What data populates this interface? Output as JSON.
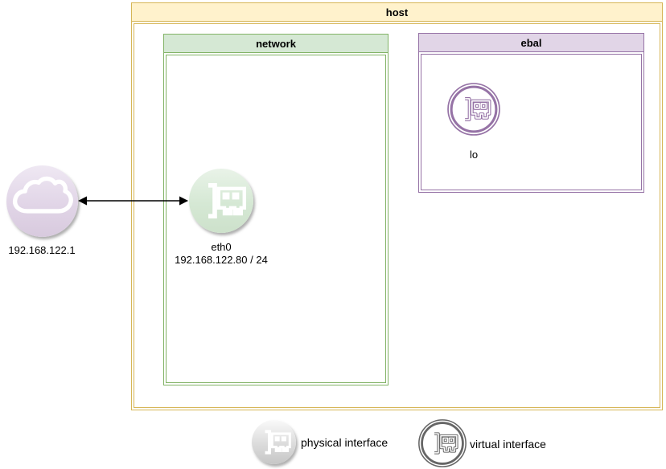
{
  "containers": {
    "host": {
      "label": "host"
    },
    "network": {
      "label": "network"
    },
    "ebal": {
      "label": "ebal"
    }
  },
  "nodes": {
    "cloud": {
      "label": "192.168.122.1"
    },
    "eth0": {
      "label": "eth0",
      "ip": "192.168.122.80 / 24"
    },
    "lo": {
      "label": "lo"
    }
  },
  "legend": {
    "physical": {
      "label": "physical interface"
    },
    "virtual": {
      "label": "virtual interface"
    }
  },
  "icons": {
    "cloud": "cloud-icon",
    "eth0": "network-interface-card-icon",
    "lo": "network-interface-card-icon",
    "physical": "network-interface-card-icon",
    "virtual": "network-interface-card-icon"
  },
  "colors": {
    "host_fill": "#fff2cc",
    "host_stroke": "#d6b656",
    "network_fill": "#d5e8d4",
    "network_stroke": "#82b366",
    "ebal_fill": "#e1d5e7",
    "ebal_stroke": "#9673a6",
    "eth0_fill": "#d5e8d4",
    "cloud_fill": "#e1d5e7",
    "physical_fill": "#d9d9d9",
    "outline_gray": "#666666",
    "arrow": "#000000"
  }
}
